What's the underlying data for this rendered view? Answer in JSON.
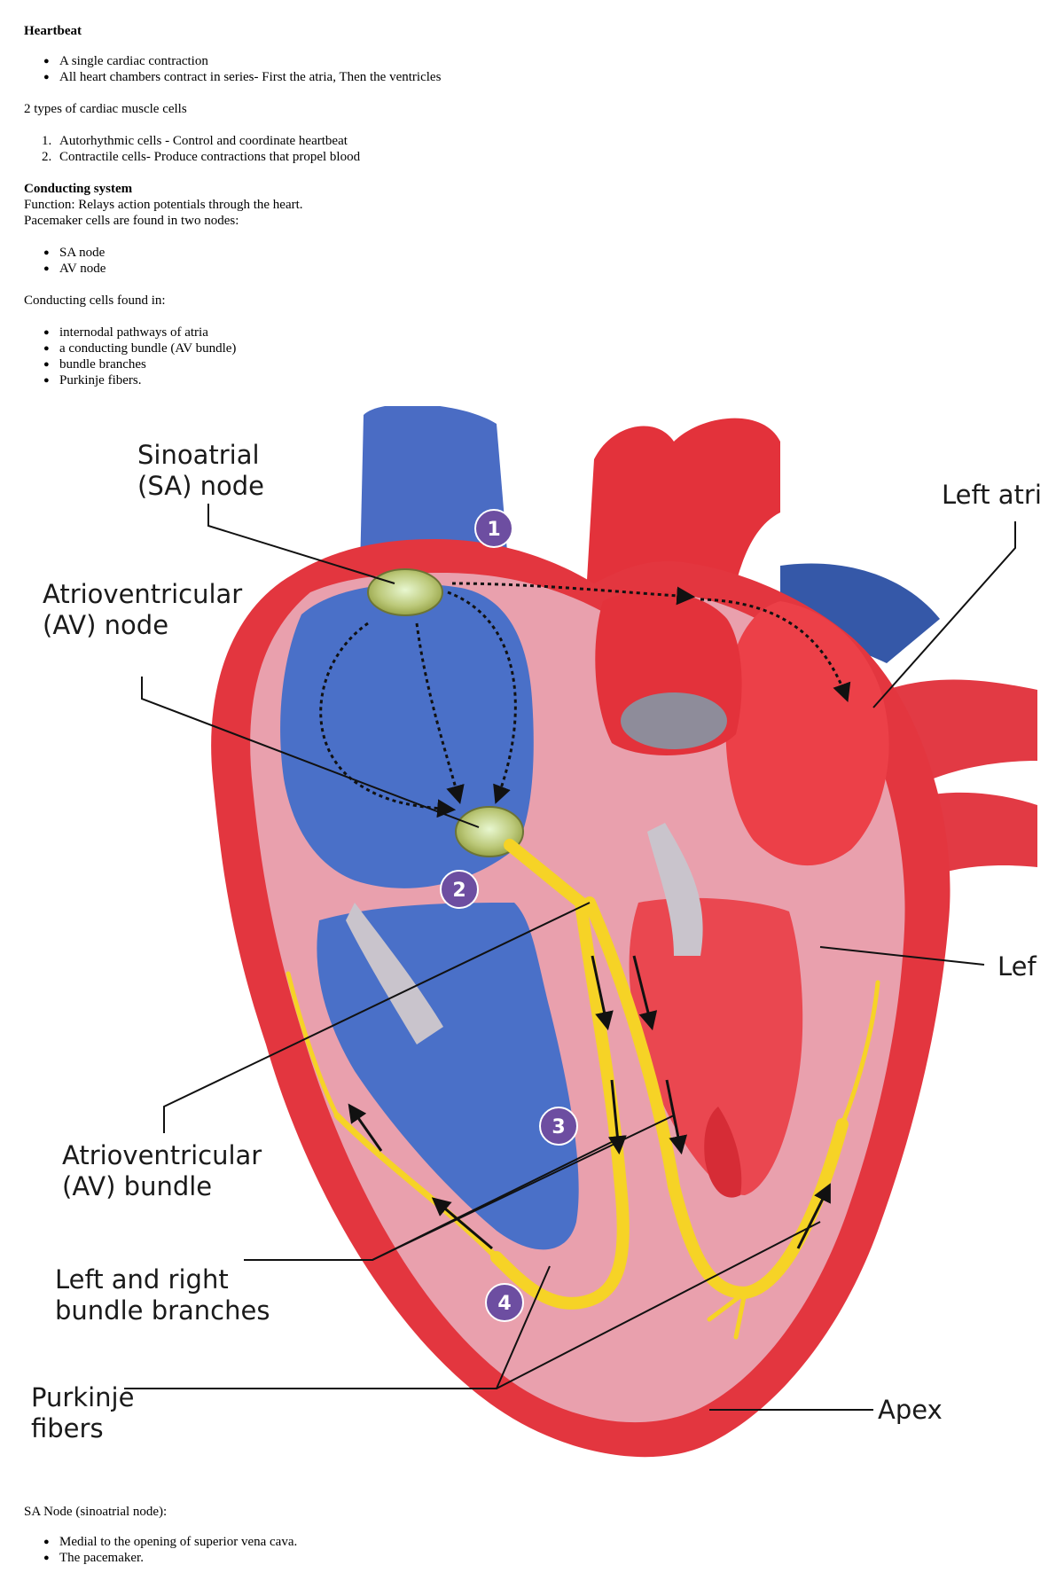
{
  "heartbeat": {
    "title": "Heartbeat",
    "bullets": [
      " A single cardiac contraction",
      "All heart chambers contract in series- First the atria, Then the ventricles"
    ]
  },
  "cell_types": {
    "intro": "2 types of cardiac muscle cells",
    "items": [
      " Autorhythmic cells - Control and coordinate heartbeat",
      "Contractile cells- Produce contractions that propel blood"
    ]
  },
  "conducting_system": {
    "title": "Conducting system",
    "function": "Function: Relays action potentials through the heart.",
    "pacemaker": "Pacemaker cells are found in two nodes:",
    "nodes": [
      "SA  node",
      "AV node"
    ],
    "cells_intro": "Conducting cells found in:",
    "cells": [
      "internodal pathways of atria",
      "a conducting bundle (AV bundle)",
      "bundle branches",
      "Purkinje fibers."
    ]
  },
  "figure": {
    "labels": {
      "sa_line1": "Sinoatrial",
      "sa_line2": "(SA) node",
      "av_line1": "Atrioventricular",
      "av_line2": "(AV) node",
      "left_atrium": "Left atri",
      "avb_line1": "Atrioventricular",
      "avb_line2": "(AV) bundle",
      "bb_line1": "Left and right",
      "bb_line2": "bundle branches",
      "pf_line1": "Purkinje",
      "pf_line2": "fibers",
      "left_ventricle": "Lef",
      "apex": "Apex"
    },
    "steps": [
      "1",
      "2",
      "3",
      "4"
    ],
    "colors": {
      "right_heart": "#3f63b8",
      "left_heart": "#e8323a",
      "muscle": "#e9a0ad",
      "conduction": "#f6d326",
      "step_badge": "#6d4ea1"
    }
  },
  "sa_node_notes": {
    "title": "SA Node (sinoatrial node):",
    "bullets": [
      "Medial to the opening of superior vena cava.",
      "The pacemaker."
    ]
  }
}
